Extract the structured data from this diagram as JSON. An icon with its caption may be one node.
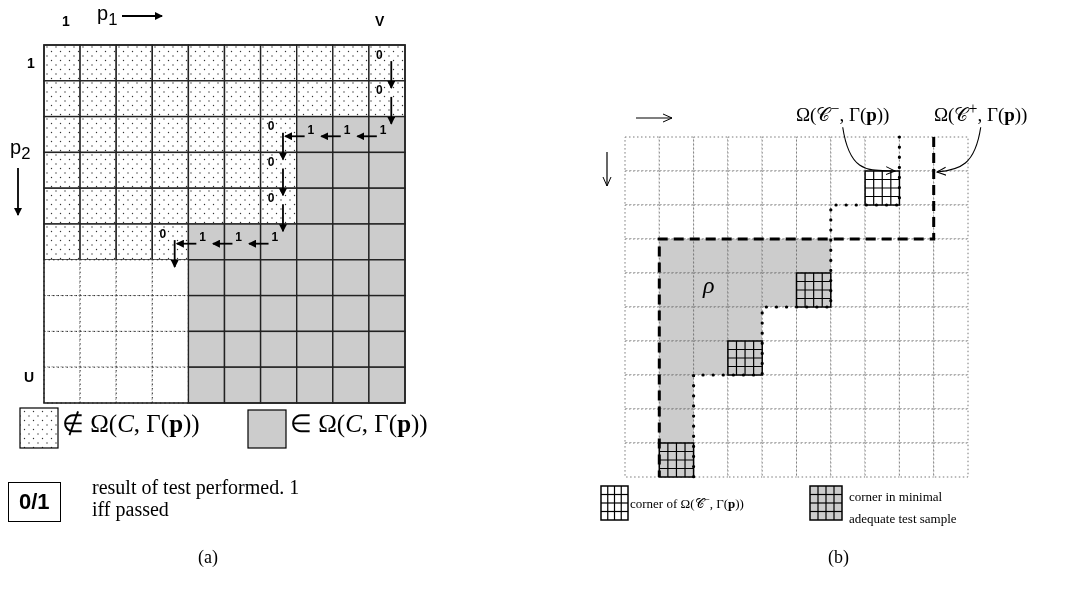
{
  "diagram": {
    "nodes": [
      {
        "text": [
          "0/1"
        ],
        "beside": [
          "result of test performed. 1 iff passed"
        ]
      },
      {
        "text": [
          "Ω(𝒞$^{−}$, Γ(**p**))"
        ]
      },
      {
        "text": [
          "Ω(𝒞$^{+}$, Γ(**p**))"
        ]
      }
    ],
    "edges": [
      {
        "from": 1,
        "to": null,
        "arrow": "to"
      },
      {
        "from": 2,
        "to": null,
        "arrow": "to"
      }
    ],
    "labels": [
      "1",
      "p$_{1}$",
      "V",
      "1",
      "p$_{2}$",
      "0",
      "0",
      "1",
      "1",
      "1",
      "0",
      "0",
      "0",
      "1",
      "1",
      "1",
      "0",
      "U",
      "ρ",
      "(a)",
      "(b)"
    ],
    "legend": [
      {
        "text": "∉ Ω(*C*, Γ(**p**))"
      },
      {
        "text": "∈ Ω(*C*, Γ(**p**))",
        "color": "#cccccc"
      },
      {
        "text": "corner of Ω(𝒞$^{−}$, Γ(**p**))"
      },
      {
        "text": "corner in minimal adequate test sample"
      }
    ]
  }
}
